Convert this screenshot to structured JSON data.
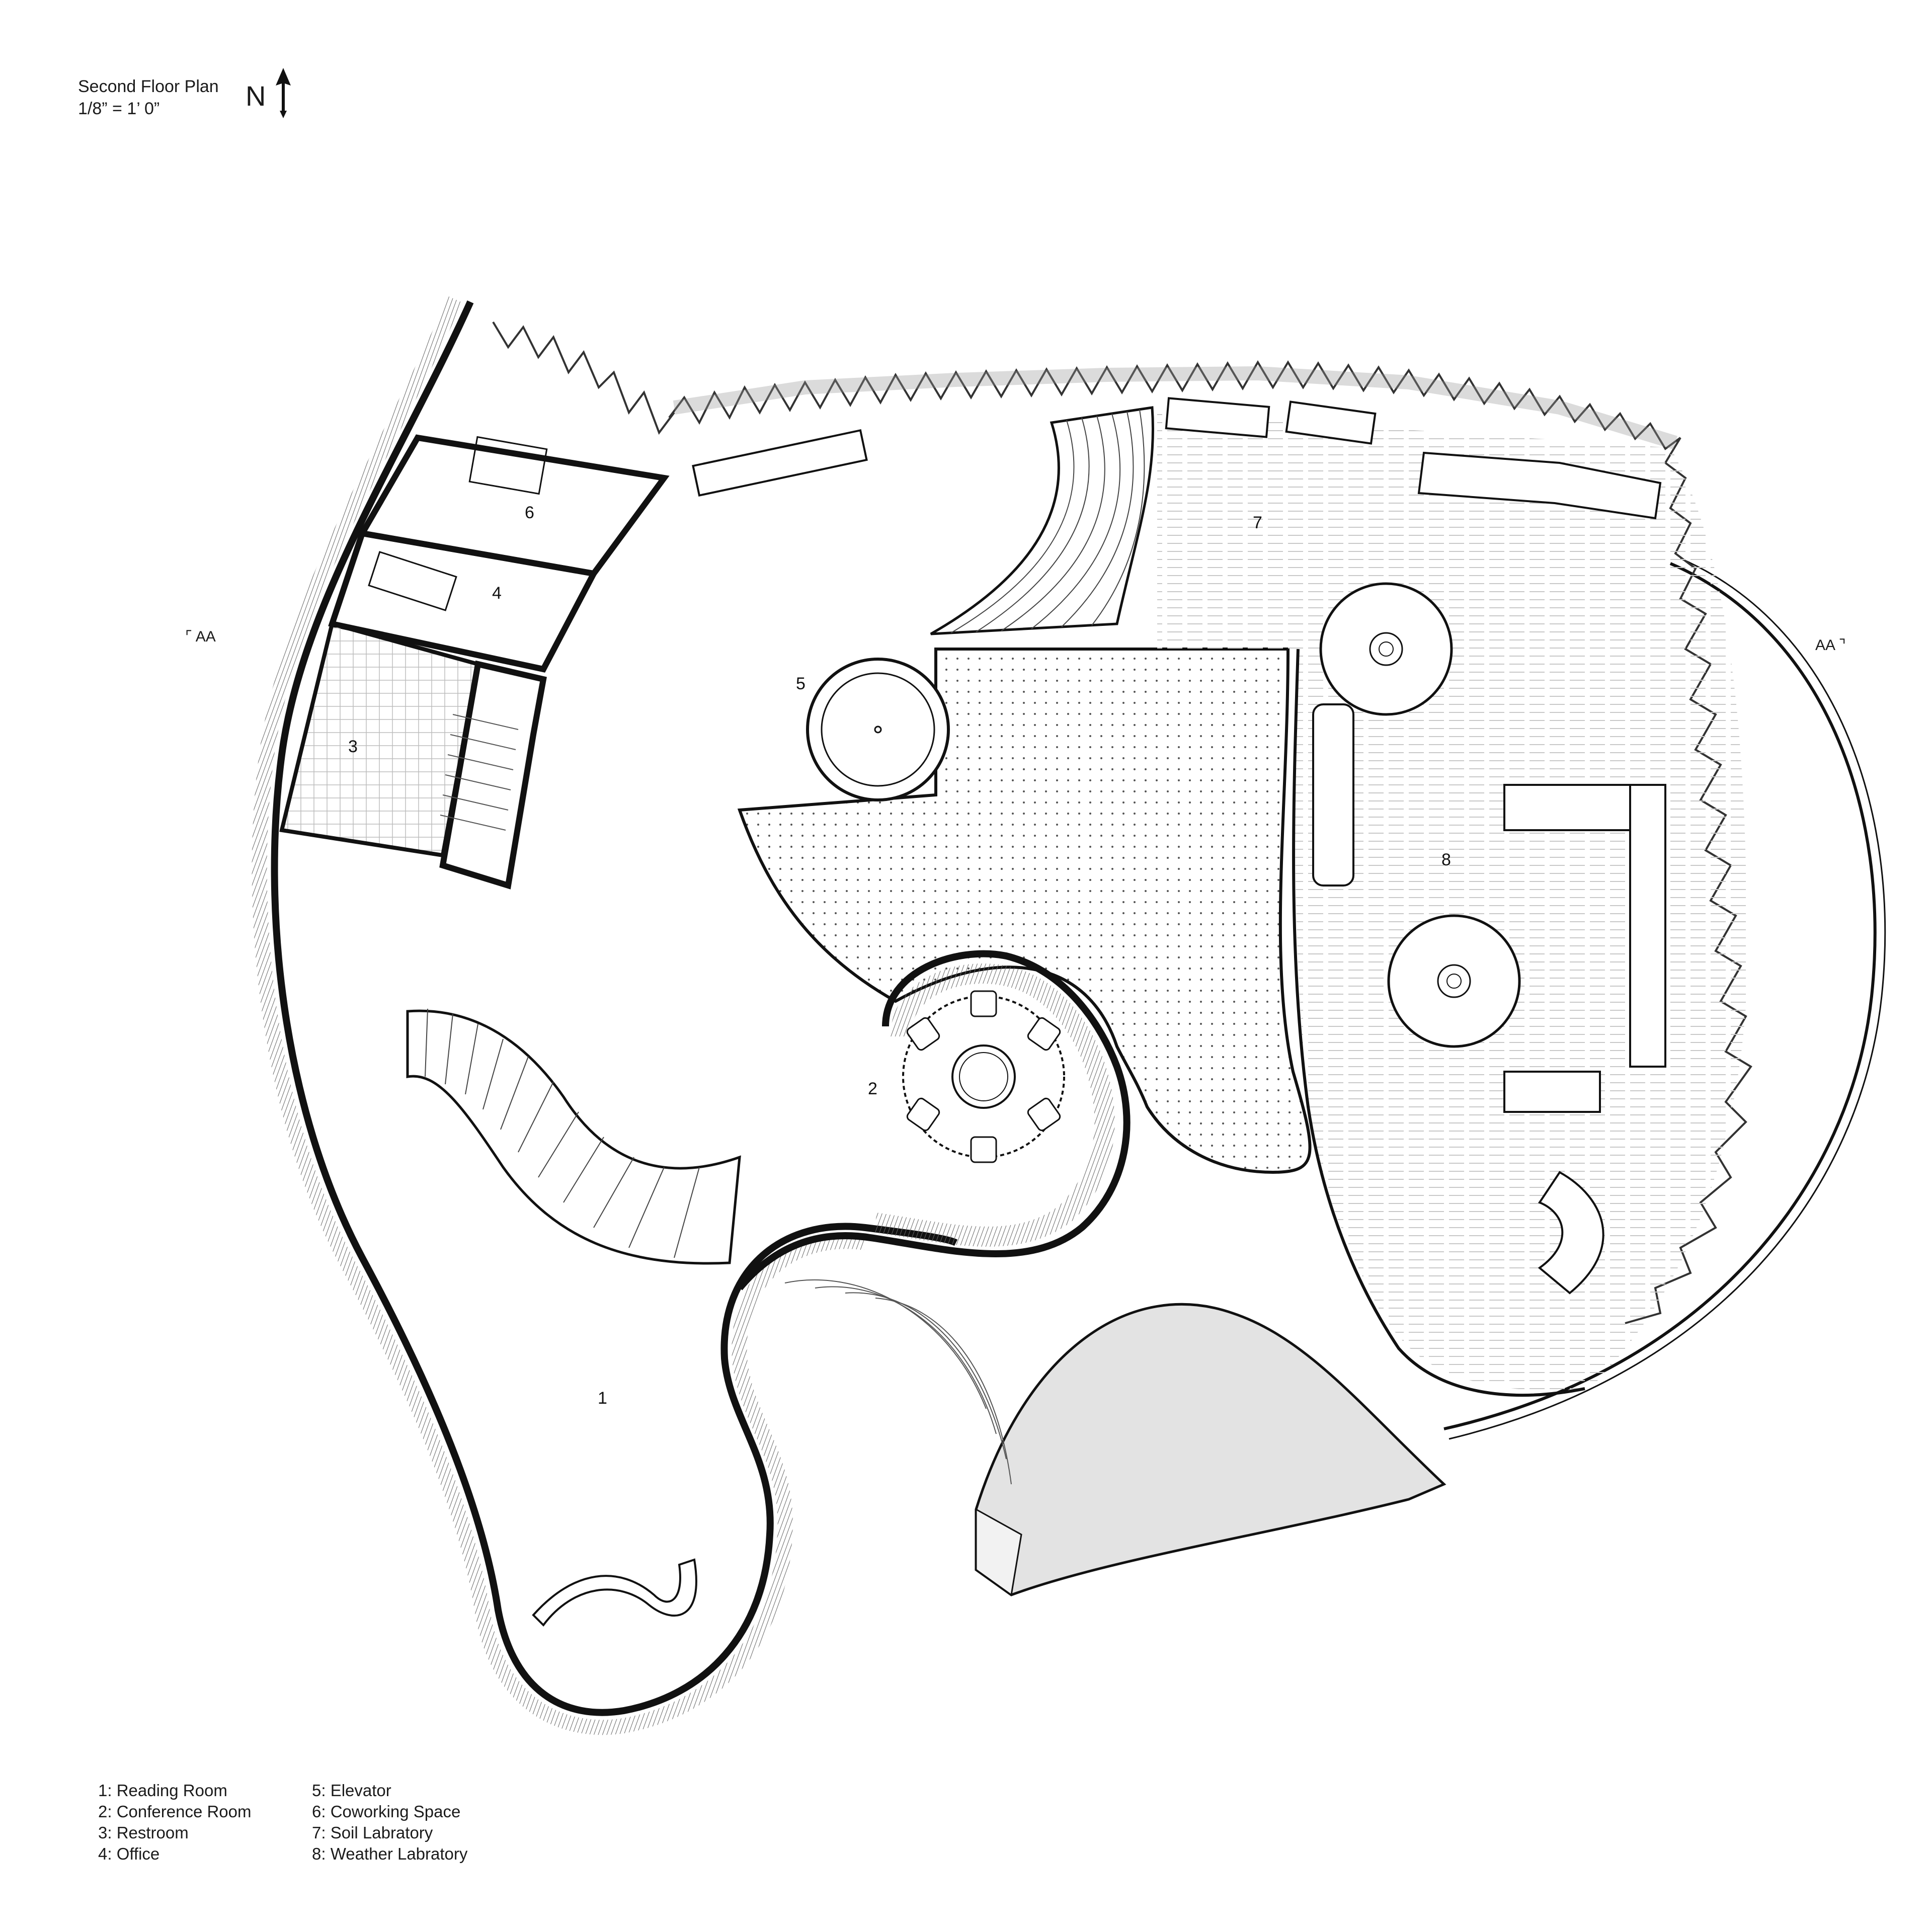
{
  "title": {
    "line1": "Second Floor Plan",
    "line2": "1/8” = 1’ 0”"
  },
  "north": {
    "letter": "N",
    "icon": "north-arrow-icon"
  },
  "section_marks": {
    "left": "AA",
    "right": "AA"
  },
  "rooms": [
    {
      "number": "1",
      "name": "Reading Room"
    },
    {
      "number": "2",
      "name": "Conference Room"
    },
    {
      "number": "3",
      "name": "Restroom"
    },
    {
      "number": "4",
      "name": "Office"
    },
    {
      "number": "5",
      "name": "Elevator"
    },
    {
      "number": "6",
      "name": "Coworking Space"
    },
    {
      "number": "7",
      "name": "Soil Labratory"
    },
    {
      "number": "8",
      "name": "Weather Labratory"
    }
  ],
  "legend": [
    "1: Reading Room",
    "2: Conference Room",
    "3: Restroom",
    "4: Office",
    "5: Elevator",
    "6: Coworking Space",
    "7: Soil Labratory",
    "8: Weather Labratory"
  ],
  "colors": {
    "line": "#111111",
    "hatch": "#8a8a8a",
    "floor": "#f5f5f5",
    "ramp": "#e3e3e3"
  }
}
